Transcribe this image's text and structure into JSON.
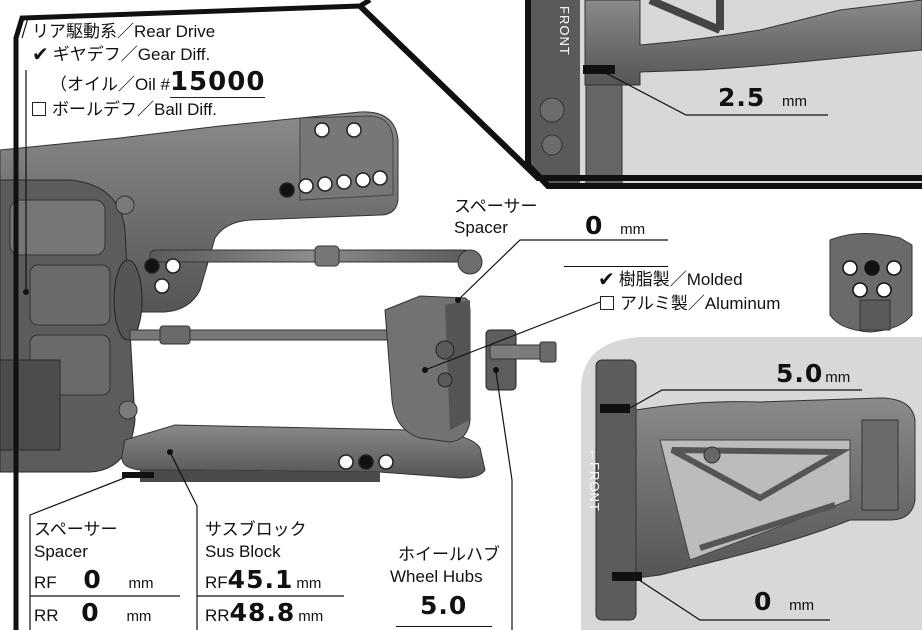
{
  "rear_drive": {
    "title": "リア駆動系／Rear Drive",
    "gear_diff": "ギヤデフ／Gear Diff.",
    "oil_prefix": "（オイル／Oil #",
    "oil_value": "15000",
    "ball_diff": "ボールデフ／Ball Diff."
  },
  "top_right_inset": {
    "front_label": "FRONT",
    "value": "2.5",
    "unit": "mm"
  },
  "spacer_mid": {
    "title_jp": "スペーサー",
    "title_en": "Spacer",
    "value": "0",
    "unit": "mm"
  },
  "hub_material": {
    "molded": "樹脂製／Molded",
    "aluminum": "アルミ製／Aluminum"
  },
  "right_inset": {
    "front_label": "←FRONT",
    "top_value": "5.0",
    "top_unit": "mm",
    "bottom_value": "0",
    "bottom_unit": "mm"
  },
  "spacer_bottom": {
    "title_jp": "スペーサー",
    "title_en": "Spacer",
    "rf_label": "RF",
    "rf_value": "0",
    "rr_label": "RR",
    "rr_value": "0",
    "unit": "mm"
  },
  "sus_block": {
    "title_jp": "サスブロック",
    "title_en": "Sus Block",
    "rf_label": "RF",
    "rf_value": "45.1",
    "rr_label": "RR",
    "rr_value": "48.8",
    "unit": "mm"
  },
  "wheel_hubs": {
    "title_jp": "ホイールハブ",
    "title_en": "Wheel Hubs",
    "value": "5.0"
  },
  "colors": {
    "part_dark": "#4a4a4a",
    "part_mid": "#6e6e6e",
    "part_light": "#9a9a9a",
    "frame_black": "#111111"
  }
}
